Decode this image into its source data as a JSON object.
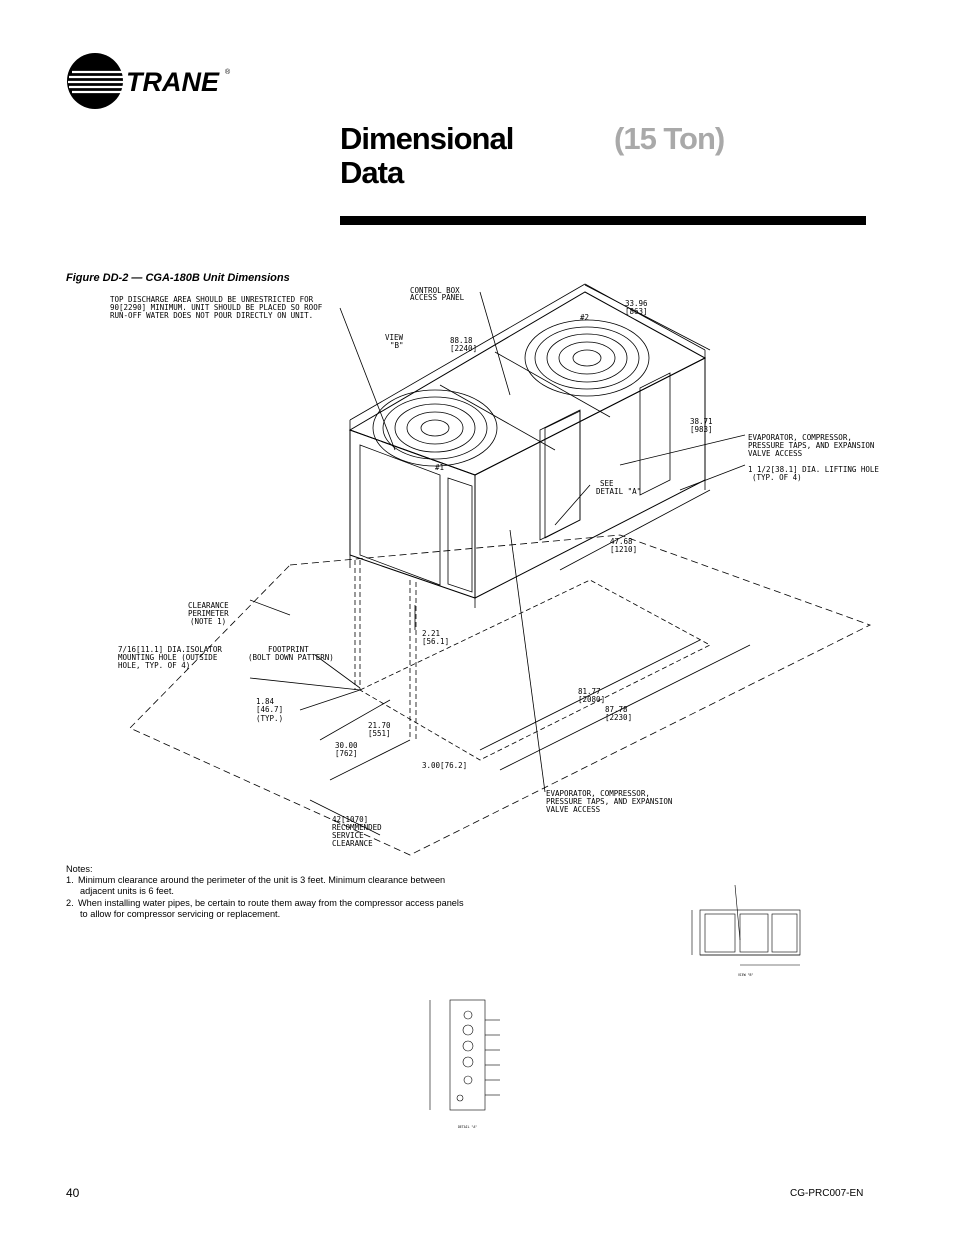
{
  "brand": {
    "name": "TRANE",
    "registered_mark": "®"
  },
  "page_title": {
    "line1": "Dimensional",
    "line2": "Data"
  },
  "tonnage_label": "(15 Ton)",
  "figure_caption": "Figure DD-2  — CGA-180B Unit Dimensions",
  "drawing_labels": {
    "top_discharge_note": [
      "TOP DISCHARGE AREA SHOULD BE UNRESTRICTED FOR",
      "90[2290] MINIMUM. UNIT SHOULD BE PLACED SO ROOF",
      "RUN-OFF WATER DOES NOT POUR DIRECTLY ON UNIT."
    ],
    "control_box": [
      "CONTROL BOX",
      "ACCESS PANEL"
    ],
    "view_b": [
      "VIEW",
      "\"B\""
    ],
    "dim_88_18": [
      "88.18",
      "[2240]"
    ],
    "dim_33_96": [
      "33.96",
      "[863]"
    ],
    "dim_38_71": [
      "38.71",
      "[983]"
    ],
    "evap_access_right": [
      "EVAPORATOR, COMPRESSOR,",
      "PRESSURE TAPS, AND EXPANSION",
      "VALVE ACCESS"
    ],
    "lifting_hole": [
      "1 1/2[38.1] DIA. LIFTING HOLE",
      "(TYP. OF 4)"
    ],
    "see_detail": [
      "SEE",
      "DETAIL \"A\""
    ],
    "dim_47_68": [
      "47.68",
      "[1210]"
    ],
    "clearance_perimeter": [
      "CLEARANCE",
      "PERIMETER",
      "(NOTE 1)"
    ],
    "mounting_hole": [
      "7/16[11.1] DIA.ISOLATOR",
      "MOUNTING HOLE (OUTSIDE",
      "HOLE, TYP. OF 4)"
    ],
    "footprint": [
      "FOOTPRINT",
      "(BOLT DOWN PATTERN)"
    ],
    "dim_2_21": [
      "2.21",
      "[56.1]"
    ],
    "dim_1_84": [
      "1.84",
      "[46.7]",
      "(TYP.)"
    ],
    "dim_21_70": [
      "21.70",
      "[551]"
    ],
    "dim_30_00": [
      "30.00",
      "[762]"
    ],
    "dim_3_00": "3.00[76.2]",
    "dim_81_77": [
      "81.77",
      "[2080]"
    ],
    "dim_87_78": [
      "87.78",
      "[2230]"
    ],
    "evap_access_bottom": [
      "EVAPORATOR, COMPRESSOR,",
      "PRESSURE TAPS, AND EXPANSION",
      "VALVE ACCESS"
    ],
    "service_clearance": [
      "42[1070]",
      "RECOMMENDED",
      "SERVICE",
      "CLEARANCE"
    ],
    "fan1": "#1",
    "fan2": "#2"
  },
  "notes": {
    "heading": "Notes:",
    "items": [
      {
        "num": "1.",
        "line1": "Minimum clearance around the perimeter of the unit is 3 feet. Minimum clearance between",
        "line2": "adjacent units is 6 feet."
      },
      {
        "num": "2.",
        "line1": "When installing water pipes, be certain to route them away from the compressor access panels",
        "line2": "to allow for compressor servicing or replacement."
      }
    ]
  },
  "view_b_caption": "VIEW \"B\"",
  "detail_a_caption": "DETAIL \"A\"",
  "footer": {
    "page_number": "40",
    "doc_code": "CG-PRC007-EN"
  }
}
